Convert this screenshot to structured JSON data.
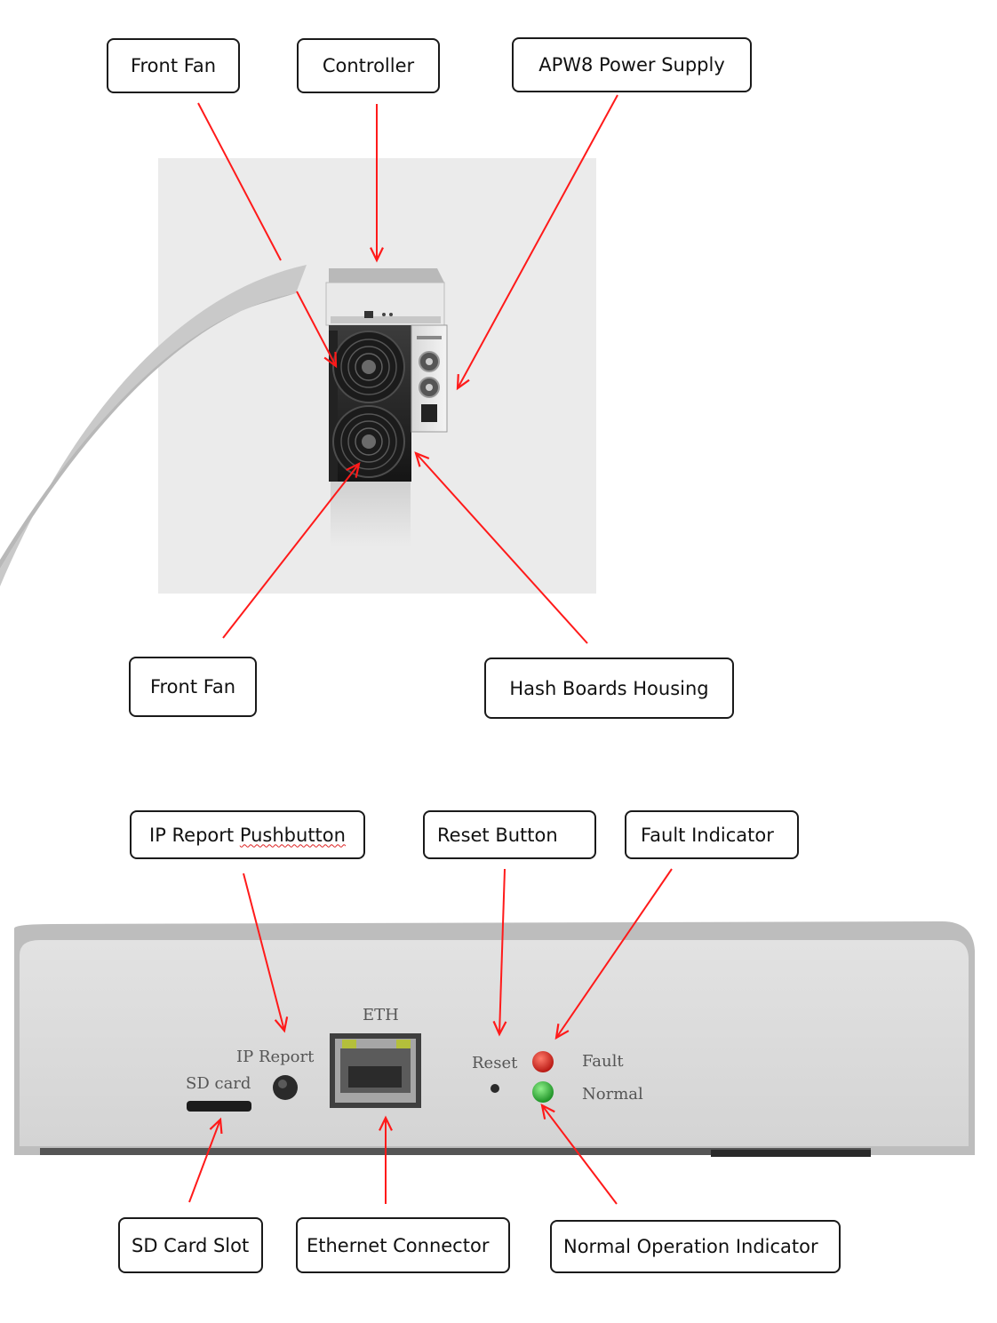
{
  "top_labels": {
    "front_fan_top": "Front Fan",
    "controller": "Controller",
    "power_supply": "APW8 Power Supply",
    "front_fan_bottom": "Front Fan",
    "hash_boards": "Hash Boards Housing"
  },
  "bottom_labels": {
    "ip_report_pushbutton": "IP Report Pushbutton",
    "reset_button": "Reset Button",
    "fault_indicator": "Fault Indicator",
    "sd_card_slot": "SD Card Slot",
    "ethernet_connector": "Ethernet Connector",
    "normal_indicator": "Normal Operation Indicator"
  },
  "panel_text": {
    "eth": "ETH",
    "ip_report": "IP Report",
    "sd_card": "SD card",
    "reset": "Reset",
    "fault": "Fault",
    "normal": "Normal"
  },
  "colors": {
    "arrow": "#ff1a1a",
    "fault_led": "#c0150f",
    "normal_led": "#1fa12a",
    "photo_background": "#ebebeb"
  }
}
